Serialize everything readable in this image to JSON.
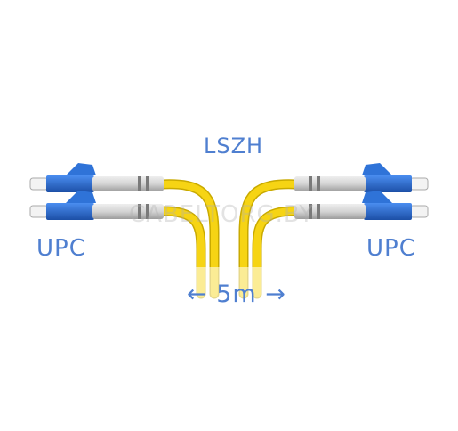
{
  "labels": {
    "jacket": "LSZH",
    "polish_left": "UPC",
    "polish_right": "UPC",
    "length": "← 5m →"
  },
  "watermark": "CABELTORG.BY",
  "colors": {
    "cable": "#f6d414",
    "cable_shadow": "#c9aa00",
    "connector_body": "#d6d6d6",
    "connector_shadow": "#9a9a9a",
    "latch": "#2f73d8",
    "latch_shadow": "#1c4fa6",
    "ferrule": "#f3f3f3",
    "label_text": "#4f7fd0"
  },
  "icons": [
    "lc-connector-icon",
    "fiber-cable-icon"
  ]
}
